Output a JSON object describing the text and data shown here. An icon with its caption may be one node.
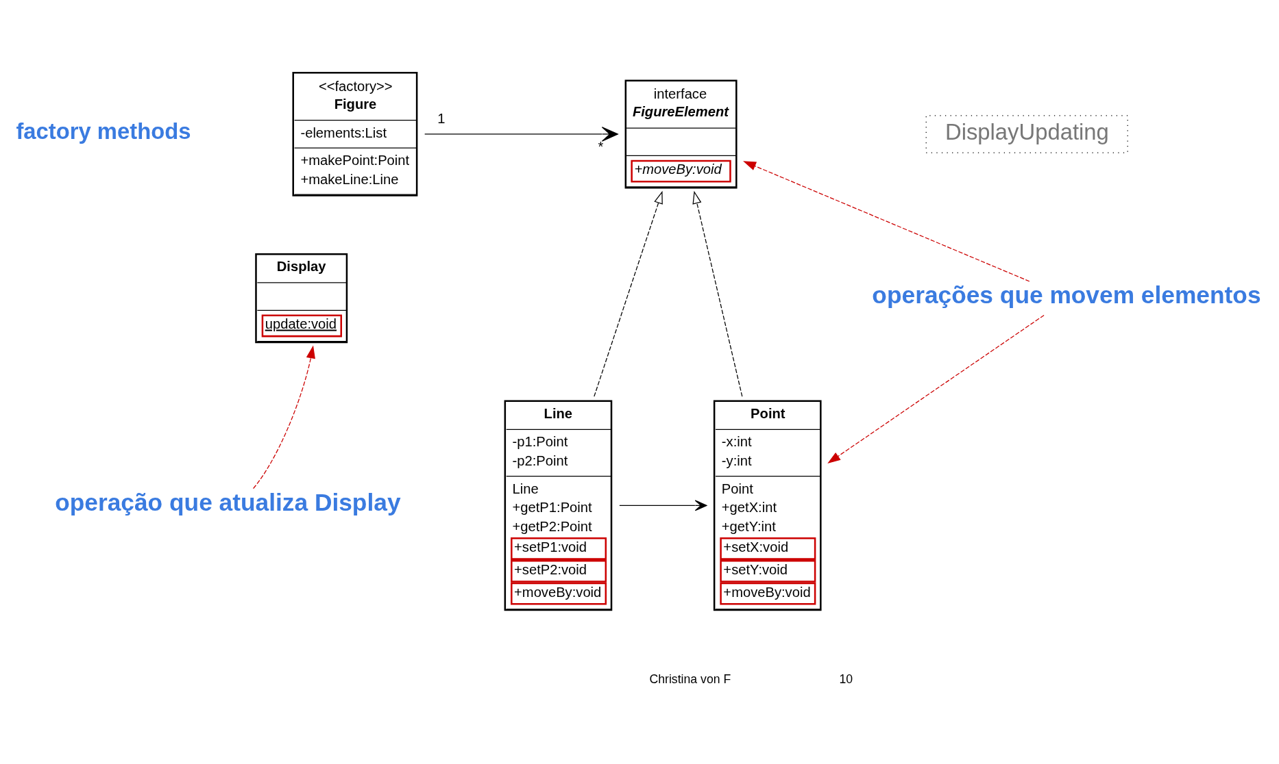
{
  "diagram": {
    "nodes": [
      {
        "text": [
          "<<factory>>",
          "Figure",
          "-elements:List",
          "+makePoint:Point",
          "+makeLine:Line"
        ]
      },
      {
        "text": [
          "interface",
          "FigureElement",
          "+moveBy:void"
        ]
      },
      {
        "text": [
          "DisplayUpdating"
        ]
      },
      {
        "text": [
          "Display",
          "update:void"
        ]
      },
      {
        "text": [
          "Line",
          "-p1:Point",
          "-p2:Point",
          "Line",
          "+getP1:Point",
          "+getP2:Point",
          "+setP1:void",
          "+setP2:void",
          "+moveBy:void"
        ]
      },
      {
        "text": [
          "Point",
          "-x:int",
          "-y:int",
          "Point",
          "+getX:int",
          "+getY:int",
          "+setX:void",
          "+setY:void",
          "+moveBy:void"
        ]
      },
      {
        "text": [
          "operações que movem elementos"
        ]
      },
      {
        "text": [
          "operação que atualiza Display"
        ]
      }
    ],
    "edges": [
      {
        "from": 0,
        "to": 1,
        "arrow": "to"
      },
      {
        "from": 4,
        "to": 1,
        "arrow": "to",
        "style": "dashed"
      },
      {
        "from": 5,
        "to": 1,
        "arrow": "to",
        "style": "dashed"
      },
      {
        "from": 4,
        "to": 5,
        "arrow": "to"
      },
      {
        "from": 6,
        "to": 1,
        "arrow": "to",
        "style": "dashed",
        "color": "#cc0000"
      },
      {
        "from": 6,
        "to": 5,
        "arrow": "to",
        "style": "dashed",
        "color": "#cc0000"
      },
      {
        "from": 7,
        "to": 3,
        "arrow": "to",
        "style": "dashed",
        "color": "#cc0000"
      }
    ],
    "labels": [
      "factory methods",
      "1",
      "*",
      "Christina von F",
      "10"
    ]
  }
}
